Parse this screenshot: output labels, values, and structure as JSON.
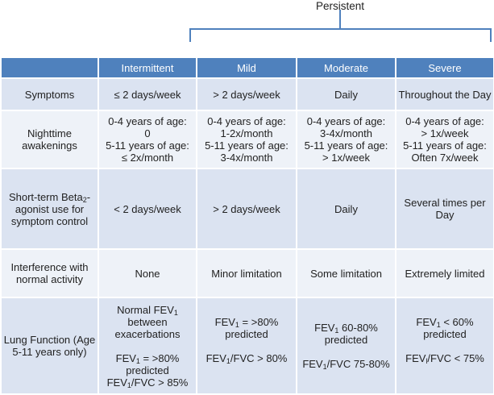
{
  "bracket_label": "Persistent",
  "headers": [
    "Intermittent",
    "Mild",
    "Moderate",
    "Severe"
  ],
  "rows": {
    "symptoms": {
      "label": "Symptoms",
      "cells": [
        "≤ 2 days/week",
        "> 2 days/week",
        "Daily",
        "Throughout the Day"
      ]
    },
    "nighttime": {
      "label": "Nighttime awakenings",
      "intermittent": [
        "0-4 years of age:",
        "0",
        "5-11 years of age:",
        "≤ 2x/month"
      ],
      "mild": [
        "0-4 years of age:",
        "1-2x/month",
        "5-11 years of age:",
        "3-4x/month"
      ],
      "moderate": [
        "0-4 years of age:",
        "3-4x/month",
        "5-11 years of age:",
        "> 1x/week"
      ],
      "severe": [
        "0-4 years of age:",
        "> 1x/week",
        "5-11 years of age:",
        "Often 7x/week"
      ]
    },
    "beta": {
      "label_pre": "Short-term Beta",
      "label_sub": "2",
      "label_post": "-agonist use for symptom control",
      "cells": [
        "< 2 days/week",
        "> 2 days/week",
        "Daily",
        "Several times per Day"
      ]
    },
    "interference": {
      "label": "Interference with normal activity",
      "cells": [
        "None",
        "Minor limitation",
        "Some limitation",
        "Extremely limited"
      ]
    },
    "lung": {
      "label": "Lung Function (Age 5-11 years only)",
      "intermittent": {
        "fev_pre": "Normal FEV",
        "fev_sub": "1",
        "fev_post": " between exacerbations",
        "b_pre": "FEV",
        "b_sub": "1",
        "b_post": " = >80% predicted",
        "c_pre": "FEV",
        "c_sub": "1",
        "c_post": "/FVC > 85%"
      },
      "mild": {
        "a_pre": "FEV",
        "a_sub": "1",
        "a_post": " = >80% predicted",
        "b_pre": "FEV",
        "b_sub": "1",
        "b_post": "/FVC > 80%"
      },
      "moderate": {
        "a_pre": "FEV",
        "a_sub": "1",
        "a_post": " 60-80% predicted",
        "b_pre": "FEV",
        "b_sub": "1",
        "b_post": "/FVC 75-80%"
      },
      "severe": {
        "a_pre": "FEV",
        "a_sub": "1",
        "a_post": " < 60% predicted",
        "b_pre": "FEV",
        "b_sub": "l",
        "b_post": "/FVC < 75%"
      }
    }
  },
  "colors": {
    "header_blue": "#4f81bd",
    "row_odd": "#dbe3f1",
    "row_even": "#eef2f8",
    "bracket_line": "#4f81bd"
  }
}
